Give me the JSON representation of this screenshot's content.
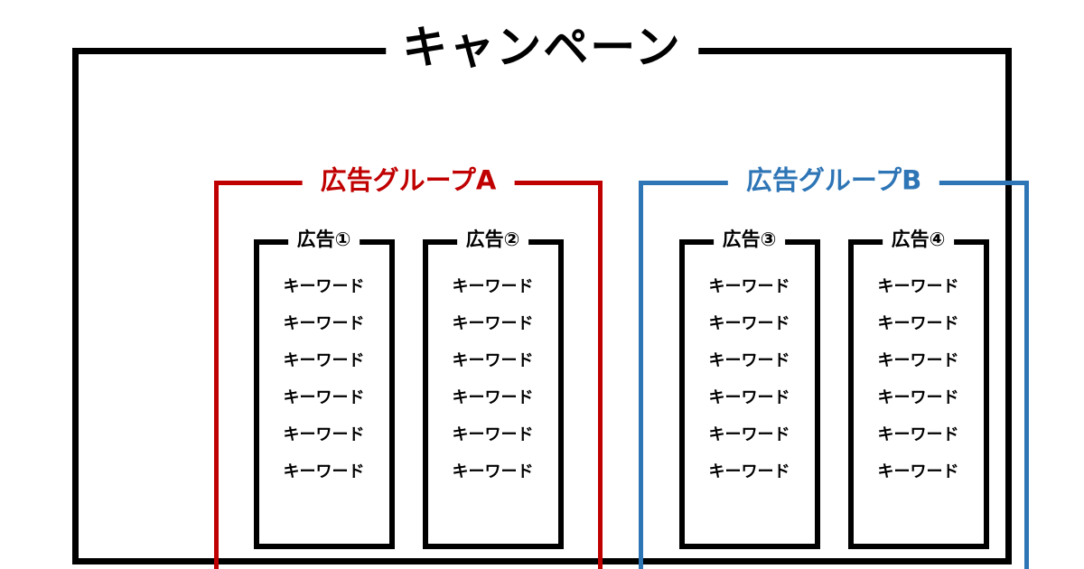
{
  "diagram": {
    "campaign": {
      "title": "キャンペーン",
      "groups": [
        {
          "label": "広告グループA",
          "color": "#c00000",
          "ads": [
            {
              "label": "広告①",
              "keywords": [
                "キーワード",
                "キーワード",
                "キーワード",
                "キーワード",
                "キーワード",
                "キーワード"
              ]
            },
            {
              "label": "広告②",
              "keywords": [
                "キーワード",
                "キーワード",
                "キーワード",
                "キーワード",
                "キーワード",
                "キーワード"
              ]
            }
          ]
        },
        {
          "label": "広告グループB",
          "color": "#2e75b6",
          "ads": [
            {
              "label": "広告③",
              "keywords": [
                "キーワード",
                "キーワード",
                "キーワード",
                "キーワード",
                "キーワード",
                "キーワード"
              ]
            },
            {
              "label": "広告④",
              "keywords": [
                "キーワード",
                "キーワード",
                "キーワード",
                "キーワード",
                "キーワード",
                "キーワード"
              ]
            }
          ]
        }
      ]
    },
    "colors": {
      "campaign_border": "#000000",
      "group_a_accent": "#c00000",
      "group_b_accent": "#2e75b6",
      "background": "#ffffff",
      "text": "#000000"
    }
  }
}
